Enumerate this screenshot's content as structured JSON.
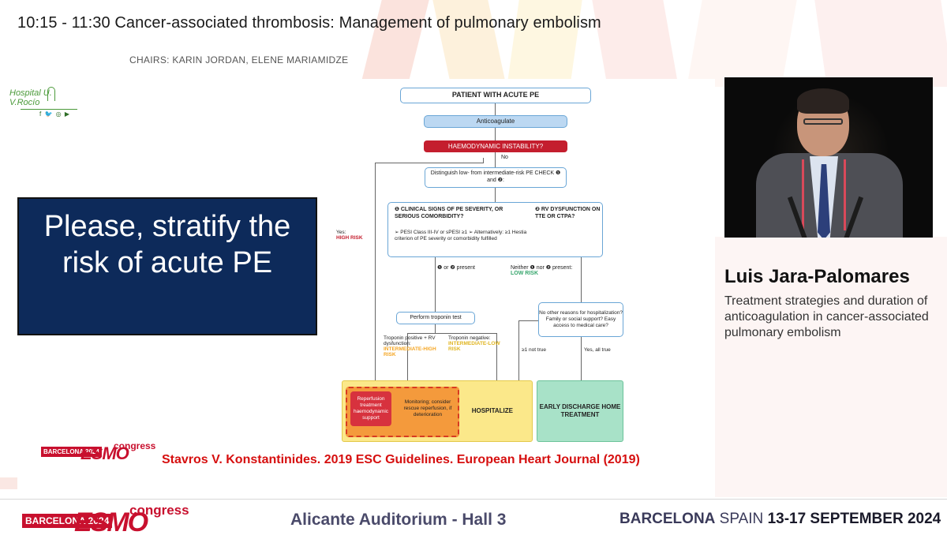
{
  "header": {
    "session_title": "10:15 - 11:30  Cancer-associated thrombosis: Management of pulmonary embolism",
    "chairs": "CHAIRS: KARIN JORDAN, ELENE MARIAMIDZE"
  },
  "slide": {
    "hospital_logo_text": "Hospital U. V.Rocío",
    "hospital_social": "f 🐦 ◎ ▶",
    "question": "Please, stratify the risk of acute PE",
    "citation": "Stavros V. Konstantinides. 2019 ESC Guidelines. European Heart Journal (2019)",
    "esmo_small": {
      "city_year": "BARCELONA 2024",
      "word": "ESMO",
      "congress": "congress"
    },
    "flowchart": {
      "patient": "PATIENT WITH ACUTE PE",
      "anticoagulate": "Anticoagulate",
      "haemo": "HAEMODYNAMIC INSTABILITY?",
      "no": "No",
      "distinguish": "Distinguish low- from intermediate-risk PE CHECK ❶ and ❷:",
      "check1": "❶ CLINICAL SIGNS OF PE SEVERITY, OR SERIOUS COMORBIDITY?",
      "check2": "❷ RV DYSFUNCTION ON TTE OR CTPA?",
      "check1_detail": "➢ PESI Class III-IV or sPESI ≥1  ➢ Alternatively: ≥1 Hestia criterion of PE severity or comorbidity fulfilled",
      "yes_label": "Yes:",
      "high_risk": "HIGH RISK",
      "either_present": "❶ or ❷ present",
      "neither": "Neither ❶ nor ❷ present:",
      "low_risk": "LOW RISK",
      "troponin": "Perform troponin test",
      "no_other": "No other reasons for hospitalization? Family or social support? Easy access to medical care?",
      "trop_pos": "Troponin positive + RV dysfunction:",
      "int_high": "INTERMEDIATE-HIGH RISK",
      "trop_neg": "Troponin negative:",
      "int_low": "INTERMEDIATE-LOW RISK",
      "ge1": "≥1 not true",
      "yes_all": "Yes, all true",
      "reperfusion": "Reperfusion treatment haemodynamic support",
      "monitoring": "Monitoring; consider rescue reperfusion, if deterioration",
      "hospitalize": "HOSPITALIZE",
      "early": "EARLY DISCHARGE HOME TREATMENT"
    }
  },
  "speaker": {
    "name": "Luis Jara-Palomares",
    "talk": "Treatment strategies and duration of anticoagulation in cancer-associated pulmonary embolism"
  },
  "footer": {
    "esmo": {
      "city_year": "BARCELONA 2024",
      "word": "ESMO",
      "congress": "congress"
    },
    "venue": "Alicante Auditorium - Hall 3",
    "city_bold": "BARCELONA",
    "country": "SPAIN",
    "dates": "13-17 SEPTEMBER 2024"
  },
  "colors": {
    "question_bg": "#0d2a5a",
    "citation": "#d60f0f",
    "esmo_red": "#c8102e",
    "high_risk": "#c41e2e",
    "low_risk": "#35a56b",
    "hospitalize_bg": "#fbe88a",
    "early_bg": "#a8e2c8"
  }
}
